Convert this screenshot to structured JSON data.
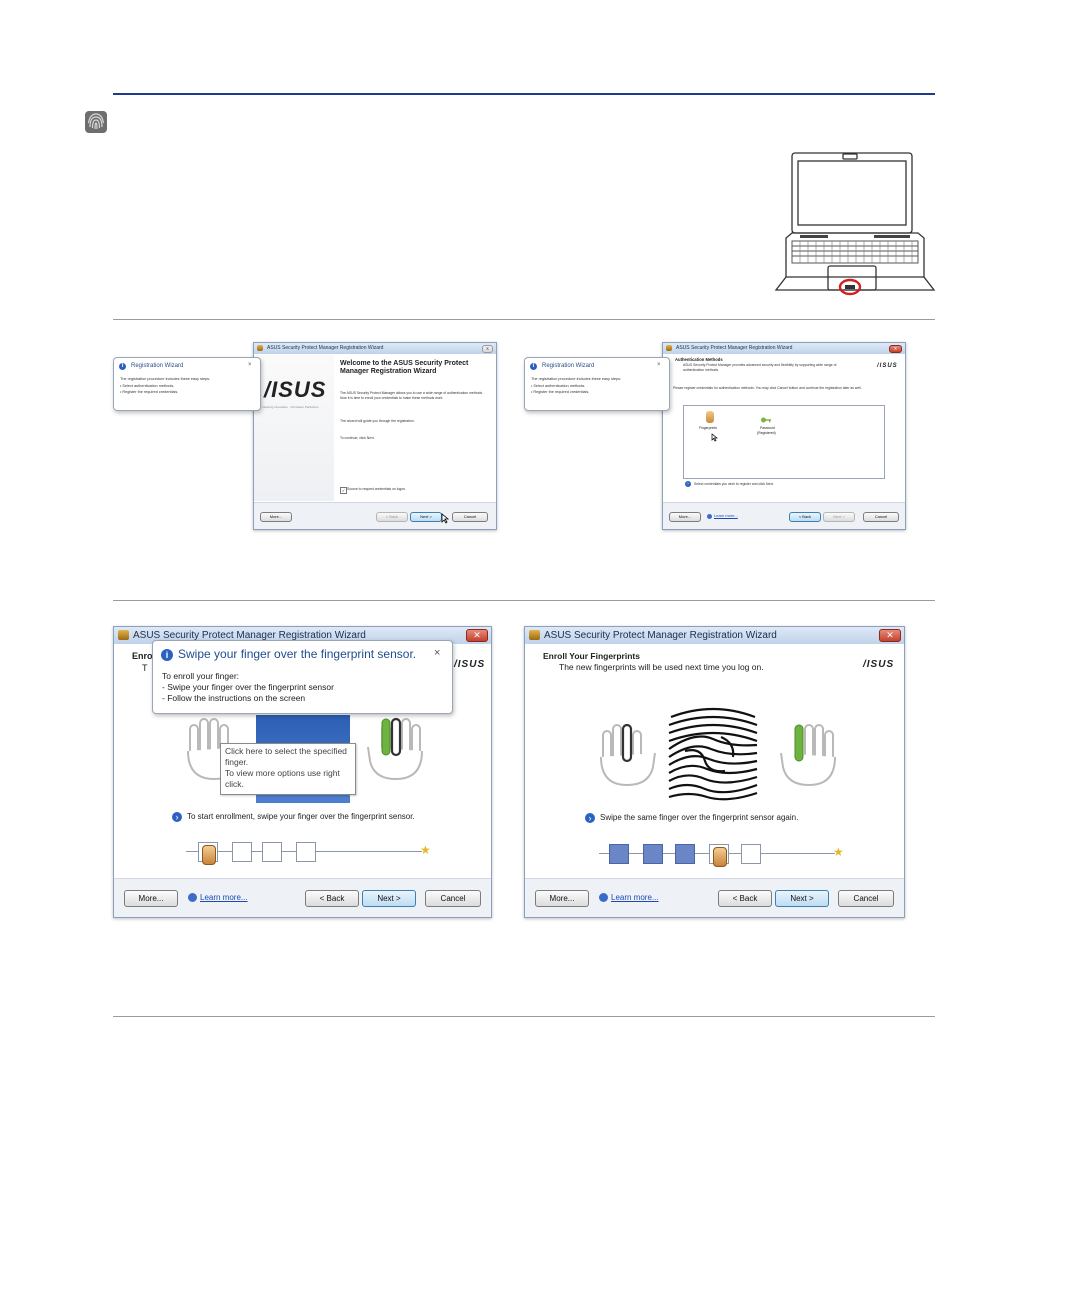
{
  "wizard_title": "ASUS Security Protect Manager Registration Wizard",
  "small_wizard_title": "ASUS Security Protect Manager Registration Wizard",
  "logo_text": "/ISUS",
  "callout_small": {
    "title": "Registration Wizard",
    "intro": "The registration procedure includes these easy steps:",
    "steps": [
      "Select authentication methods.",
      "Register the required credentials."
    ],
    "close": "×"
  },
  "welcome": {
    "heading": "Welcome to the ASUS Security Protect Manager Registration Wizard",
    "logo_tag": "Inspiring Innovation · Persistent Perfection",
    "para1": "The ASUS Security Protect Manager allows you to use a wide range of authentication methods. Now it is time to enroll your credentials to make these methods work.",
    "para2": "The wizard will guide you through the registration.",
    "para3": "To continue, click Next.",
    "checkbox": "Source to request credentials on logon."
  },
  "auth": {
    "header": "Authentication Methods",
    "desc": "ASUS Security Protect Manager provides advanced security and flexibility by supporting wide range of authentication methods.",
    "instruction": "Please register credentials for authentication methods. You may click Cancel button and continue the registration later as well.",
    "item1": "Fingerprints",
    "item2_line1": "Password",
    "item2_line2": "(Registered)",
    "hint": "Select credentials you wish to register and click Next."
  },
  "enroll_left": {
    "partial_header": "Enrol",
    "partial_sub": "T",
    "balloon_title": "Swipe your finger over the fingerprint sensor.",
    "balloon_l1": "To enroll your finger:",
    "balloon_l2": "- Swipe your finger over the fingerprint sensor",
    "balloon_l3": "- Follow the instructions on the screen",
    "tooltip_l1": "Click here to select the specified",
    "tooltip_l2": "finger.",
    "tooltip_l3": "To view more options use right",
    "tooltip_l4": "click.",
    "hint": "To start enrollment, swipe your finger over the fingerprint sensor."
  },
  "enroll_right": {
    "header": "Enroll Your Fingerprints",
    "sub": "The new fingerprints will be used next time you log on.",
    "hint": "Swipe the same finger over the fingerprint sensor again."
  },
  "buttons": {
    "more": "More...",
    "learn_more": "Learn more...",
    "back": "< Back",
    "next": "Next >",
    "cancel": "Cancel"
  },
  "icons": {
    "fingerprint": "fingerprint-icon",
    "info": "info-icon",
    "arrow": "arrow-right-icon",
    "star": "star-icon",
    "help": "help-icon"
  },
  "colors": {
    "rule_blue": "#1f3a8a",
    "link_blue": "#1a4bb5",
    "finger_green": "#6cb33f",
    "step_done": "#6b86c7",
    "highlight_red": "#d21f1f"
  }
}
